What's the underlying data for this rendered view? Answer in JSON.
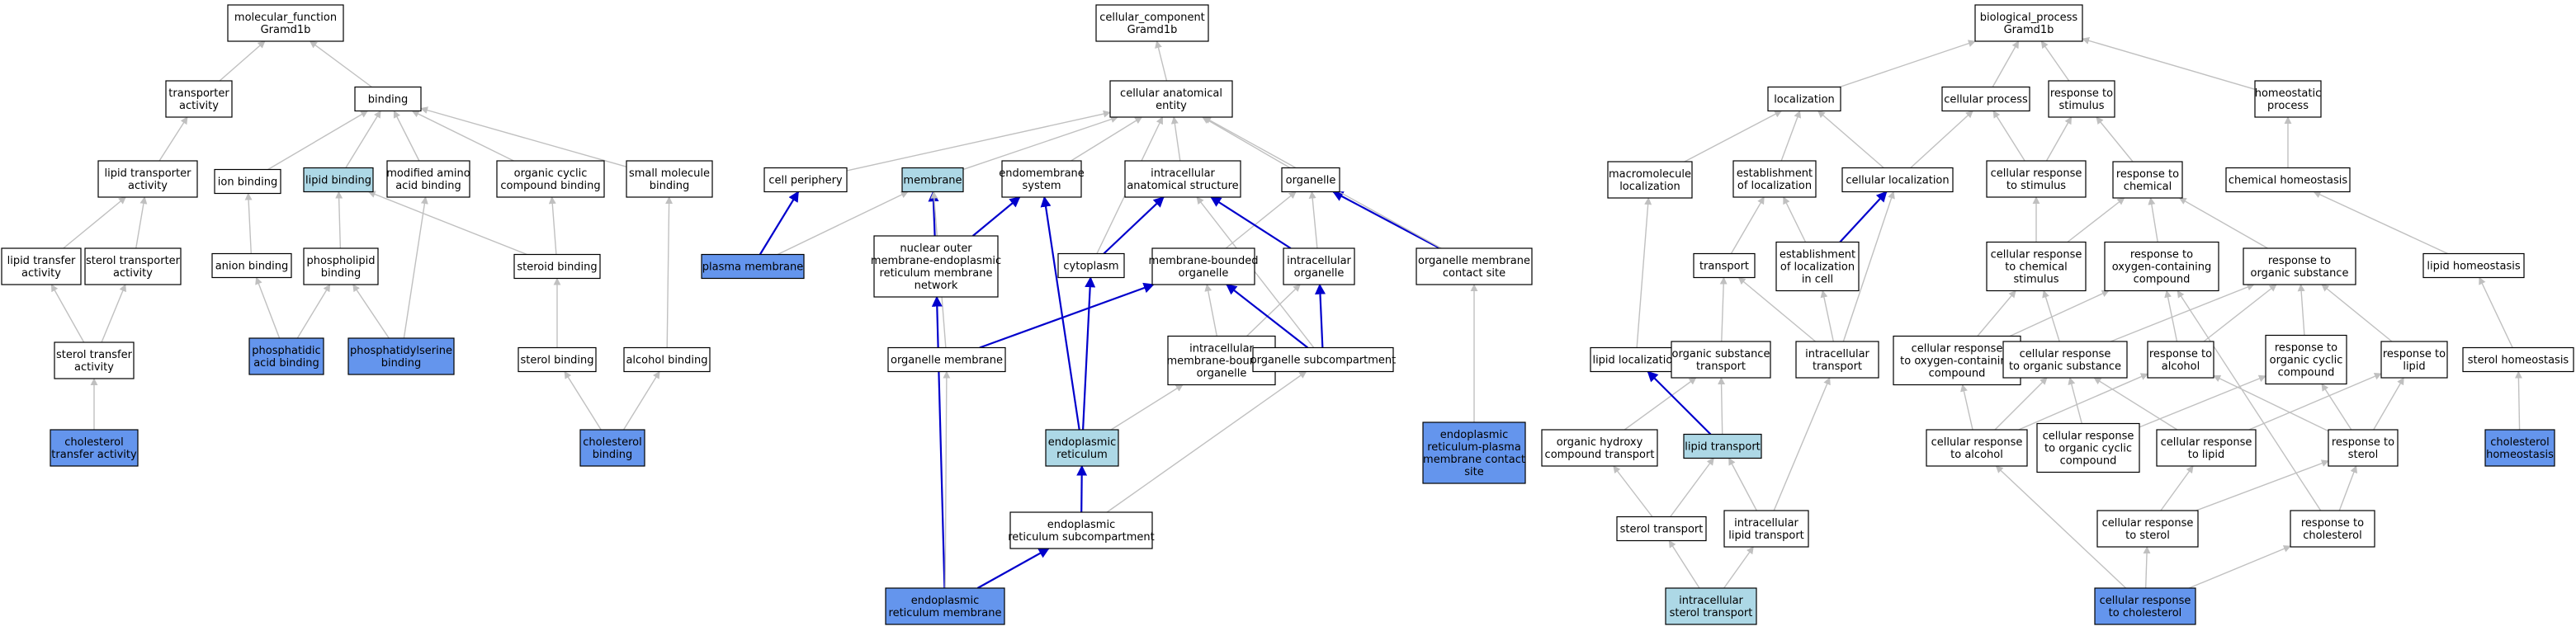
{
  "colors": {
    "default": "#ffffff",
    "term": "#add8e6",
    "annotated": "#6495ed",
    "edge": "#c0c0c0",
    "edge_highlight": "#0000cc"
  },
  "nodes": {
    "mf_root": {
      "lines": [
        "molecular_function",
        "Gramd1b"
      ],
      "style": "default"
    },
    "transporter": {
      "lines": [
        "transporter",
        "activity"
      ],
      "style": "default"
    },
    "binding": {
      "lines": [
        "binding"
      ],
      "style": "default"
    },
    "lipid_transporter": {
      "lines": [
        "lipid transporter",
        "activity"
      ],
      "style": "default"
    },
    "ion_binding": {
      "lines": [
        "ion binding"
      ],
      "style": "default"
    },
    "lipid_binding": {
      "lines": [
        "lipid binding"
      ],
      "style": "term"
    },
    "modified_amino": {
      "lines": [
        "modified amino",
        "acid binding"
      ],
      "style": "default"
    },
    "organic_cyclic_binding": {
      "lines": [
        "organic cyclic",
        "compound binding"
      ],
      "style": "default"
    },
    "small_molecule": {
      "lines": [
        "small molecule",
        "binding"
      ],
      "style": "default"
    },
    "lipid_transfer": {
      "lines": [
        "lipid transfer",
        "activity"
      ],
      "style": "default"
    },
    "sterol_transporter": {
      "lines": [
        "sterol transporter",
        "activity"
      ],
      "style": "default"
    },
    "anion_binding": {
      "lines": [
        "anion binding"
      ],
      "style": "default"
    },
    "phospholipid_binding": {
      "lines": [
        "phospholipid",
        "binding"
      ],
      "style": "default"
    },
    "steroid_binding": {
      "lines": [
        "steroid binding"
      ],
      "style": "default"
    },
    "sterol_transfer": {
      "lines": [
        "sterol transfer",
        "activity"
      ],
      "style": "default"
    },
    "phosphatidic": {
      "lines": [
        "phosphatidic",
        "acid binding"
      ],
      "style": "annotated"
    },
    "phosphatidylserine": {
      "lines": [
        "phosphatidylserine",
        "binding"
      ],
      "style": "annotated"
    },
    "sterol_binding": {
      "lines": [
        "sterol binding"
      ],
      "style": "default"
    },
    "alcohol_binding": {
      "lines": [
        "alcohol binding"
      ],
      "style": "default"
    },
    "chol_transfer": {
      "lines": [
        "cholesterol",
        "transfer activity"
      ],
      "style": "annotated"
    },
    "chol_binding": {
      "lines": [
        "cholesterol",
        "binding"
      ],
      "style": "annotated"
    },
    "cc_root": {
      "lines": [
        "cellular_component",
        "Gramd1b"
      ],
      "style": "default"
    },
    "cae": {
      "lines": [
        "cellular anatomical",
        "entity"
      ],
      "style": "default"
    },
    "cell_periphery": {
      "lines": [
        "cell periphery"
      ],
      "style": "default"
    },
    "membrane": {
      "lines": [
        "membrane"
      ],
      "style": "term"
    },
    "endomembrane": {
      "lines": [
        "endomembrane",
        "system"
      ],
      "style": "default"
    },
    "intracellular_struct": {
      "lines": [
        "intracellular",
        "anatomical structure"
      ],
      "style": "default"
    },
    "organelle": {
      "lines": [
        "organelle"
      ],
      "style": "default"
    },
    "plasma_membrane": {
      "lines": [
        "plasma membrane"
      ],
      "style": "annotated"
    },
    "nuclear_outer": {
      "lines": [
        "nuclear outer",
        "membrane-endoplasmic",
        "reticulum membrane",
        "network"
      ],
      "style": "default"
    },
    "cytoplasm": {
      "lines": [
        "cytoplasm"
      ],
      "style": "default"
    },
    "membrane_bounded": {
      "lines": [
        "membrane-bounded",
        "organelle"
      ],
      "style": "default"
    },
    "intracellular_org": {
      "lines": [
        "intracellular",
        "organelle"
      ],
      "style": "default"
    },
    "org_mem_contact": {
      "lines": [
        "organelle membrane",
        "contact site"
      ],
      "style": "default"
    },
    "organelle_membrane": {
      "lines": [
        "organelle membrane"
      ],
      "style": "default"
    },
    "imbo": {
      "lines": [
        "intracellular",
        "membrane-bounded",
        "organelle"
      ],
      "style": "default"
    },
    "org_subcompartment": {
      "lines": [
        "organelle subcompartment"
      ],
      "style": "default"
    },
    "er_pm_contact": {
      "lines": [
        "endoplasmic",
        "reticulum-plasma",
        "membrane contact",
        "site"
      ],
      "style": "annotated"
    },
    "er": {
      "lines": [
        "endoplasmic",
        "reticulum"
      ],
      "style": "term"
    },
    "er_subcompartment": {
      "lines": [
        "endoplasmic",
        "reticulum subcompartment"
      ],
      "style": "default"
    },
    "er_membrane": {
      "lines": [
        "endoplasmic",
        "reticulum membrane"
      ],
      "style": "annotated"
    },
    "bp_root": {
      "lines": [
        "biological_process",
        "Gramd1b"
      ],
      "style": "default"
    },
    "localization": {
      "lines": [
        "localization"
      ],
      "style": "default"
    },
    "cellular_process": {
      "lines": [
        "cellular process"
      ],
      "style": "default"
    },
    "response_stimulus": {
      "lines": [
        "response to",
        "stimulus"
      ],
      "style": "default"
    },
    "homeostatic": {
      "lines": [
        "homeostatic",
        "process"
      ],
      "style": "default"
    },
    "macromolecule_loc": {
      "lines": [
        "macromolecule",
        "localization"
      ],
      "style": "default"
    },
    "establishment_loc": {
      "lines": [
        "establishment",
        "of localization"
      ],
      "style": "default"
    },
    "cellular_loc": {
      "lines": [
        "cellular localization"
      ],
      "style": "default"
    },
    "cell_resp_stimulus": {
      "lines": [
        "cellular response",
        "to stimulus"
      ],
      "style": "default"
    },
    "resp_chemical": {
      "lines": [
        "response to",
        "chemical"
      ],
      "style": "default"
    },
    "chem_homeostasis": {
      "lines": [
        "chemical homeostasis"
      ],
      "style": "default"
    },
    "transport": {
      "lines": [
        "transport"
      ],
      "style": "default"
    },
    "est_loc_cell": {
      "lines": [
        "establishment",
        "of localization",
        "in cell"
      ],
      "style": "default"
    },
    "cell_resp_chem": {
      "lines": [
        "cellular response",
        "to chemical",
        "stimulus"
      ],
      "style": "default"
    },
    "resp_oxygen": {
      "lines": [
        "response to",
        "oxygen-containing",
        "compound"
      ],
      "style": "default"
    },
    "resp_organic": {
      "lines": [
        "response to",
        "organic substance"
      ],
      "style": "default"
    },
    "lipid_homeostasis": {
      "lines": [
        "lipid homeostasis"
      ],
      "style": "default"
    },
    "lipid_localization": {
      "lines": [
        "lipid localization"
      ],
      "style": "default"
    },
    "organic_sub_transport": {
      "lines": [
        "organic substance",
        "transport"
      ],
      "style": "default"
    },
    "intracellular_transport": {
      "lines": [
        "intracellular",
        "transport"
      ],
      "style": "default"
    },
    "cell_resp_oxygen": {
      "lines": [
        "cellular response",
        "to oxygen-containing",
        "compound"
      ],
      "style": "default"
    },
    "cell_resp_organic": {
      "lines": [
        "cellular response",
        "to organic substance"
      ],
      "style": "default"
    },
    "resp_alcohol": {
      "lines": [
        "response to",
        "alcohol"
      ],
      "style": "default"
    },
    "resp_org_cyclic": {
      "lines": [
        "response to",
        "organic cyclic",
        "compound"
      ],
      "style": "default"
    },
    "resp_lipid": {
      "lines": [
        "response to",
        "lipid"
      ],
      "style": "default"
    },
    "sterol_homeostasis": {
      "lines": [
        "sterol homeostasis"
      ],
      "style": "default"
    },
    "org_hydroxy": {
      "lines": [
        "organic hydroxy",
        "compound transport"
      ],
      "style": "default"
    },
    "lipid_transport": {
      "lines": [
        "lipid transport"
      ],
      "style": "term"
    },
    "cell_resp_alcohol": {
      "lines": [
        "cellular response",
        "to alcohol"
      ],
      "style": "default"
    },
    "cell_resp_org_cyclic": {
      "lines": [
        "cellular response",
        "to organic cyclic",
        "compound"
      ],
      "style": "default"
    },
    "cell_resp_lipid": {
      "lines": [
        "cellular response",
        "to lipid"
      ],
      "style": "default"
    },
    "resp_sterol": {
      "lines": [
        "response to",
        "sterol"
      ],
      "style": "default"
    },
    "chol_homeostasis": {
      "lines": [
        "cholesterol",
        "homeostasis"
      ],
      "style": "annotated"
    },
    "sterol_transport": {
      "lines": [
        "sterol transport"
      ],
      "style": "default"
    },
    "intracellular_lipid_transport": {
      "lines": [
        "intracellular",
        "lipid transport"
      ],
      "style": "default"
    },
    "cell_resp_sterol": {
      "lines": [
        "cellular response",
        "to sterol"
      ],
      "style": "default"
    },
    "resp_cholesterol": {
      "lines": [
        "response to",
        "cholesterol"
      ],
      "style": "default"
    },
    "intracellular_sterol_transport": {
      "lines": [
        "intracellular",
        "sterol transport"
      ],
      "style": "term"
    },
    "cell_resp_chol": {
      "lines": [
        "cellular response",
        "to cholesterol"
      ],
      "style": "annotated"
    }
  },
  "edges": [
    [
      "transporter",
      "mf_root",
      "gray"
    ],
    [
      "binding",
      "mf_root",
      "gray"
    ],
    [
      "lipid_transporter",
      "transporter",
      "gray"
    ],
    [
      "ion_binding",
      "binding",
      "gray"
    ],
    [
      "lipid_binding",
      "binding",
      "gray"
    ],
    [
      "modified_amino",
      "binding",
      "gray"
    ],
    [
      "organic_cyclic_binding",
      "binding",
      "gray"
    ],
    [
      "small_molecule",
      "binding",
      "gray"
    ],
    [
      "lipid_transfer",
      "lipid_transporter",
      "gray"
    ],
    [
      "sterol_transporter",
      "lipid_transporter",
      "gray"
    ],
    [
      "anion_binding",
      "ion_binding",
      "gray"
    ],
    [
      "phospholipid_binding",
      "lipid_binding",
      "gray"
    ],
    [
      "steroid_binding",
      "lipid_binding",
      "gray"
    ],
    [
      "steroid_binding",
      "organic_cyclic_binding",
      "gray"
    ],
    [
      "sterol_transfer",
      "lipid_transfer",
      "gray"
    ],
    [
      "sterol_transfer",
      "sterol_transporter",
      "gray"
    ],
    [
      "phosphatidic",
      "anion_binding",
      "gray"
    ],
    [
      "phosphatidic",
      "phospholipid_binding",
      "gray"
    ],
    [
      "phosphatidylserine",
      "phospholipid_binding",
      "gray"
    ],
    [
      "phosphatidylserine",
      "modified_amino",
      "gray"
    ],
    [
      "sterol_binding",
      "steroid_binding",
      "gray"
    ],
    [
      "alcohol_binding",
      "small_molecule",
      "gray"
    ],
    [
      "chol_transfer",
      "sterol_transfer",
      "gray"
    ],
    [
      "chol_binding",
      "sterol_binding",
      "gray"
    ],
    [
      "chol_binding",
      "alcohol_binding",
      "gray"
    ],
    [
      "cae",
      "cc_root",
      "gray"
    ],
    [
      "cell_periphery",
      "cae",
      "gray"
    ],
    [
      "membrane",
      "cae",
      "gray"
    ],
    [
      "endomembrane",
      "cae",
      "gray"
    ],
    [
      "intracellular_struct",
      "cae",
      "gray"
    ],
    [
      "organelle",
      "cae",
      "gray"
    ],
    [
      "plasma_membrane",
      "cell_periphery",
      "blue"
    ],
    [
      "plasma_membrane",
      "membrane",
      "gray"
    ],
    [
      "nuclear_outer",
      "endomembrane",
      "blue"
    ],
    [
      "nuclear_outer",
      "membrane",
      "blue"
    ],
    [
      "cytoplasm",
      "intracellular_struct",
      "blue"
    ],
    [
      "cytoplasm",
      "cae",
      "gray"
    ],
    [
      "membrane_bounded",
      "organelle",
      "gray"
    ],
    [
      "intracellular_org",
      "organelle",
      "gray"
    ],
    [
      "intracellular_org",
      "intracellular_struct",
      "blue"
    ],
    [
      "org_mem_contact",
      "organelle",
      "blue"
    ],
    [
      "org_mem_contact",
      "cae",
      "gray"
    ],
    [
      "organelle_membrane",
      "membrane",
      "gray"
    ],
    [
      "organelle_membrane",
      "membrane_bounded",
      "blue"
    ],
    [
      "imbo",
      "membrane_bounded",
      "gray"
    ],
    [
      "imbo",
      "intracellular_org",
      "gray"
    ],
    [
      "org_subcompartment",
      "intracellular_org",
      "blue"
    ],
    [
      "org_subcompartment",
      "membrane_bounded",
      "blue"
    ],
    [
      "org_subcompartment",
      "intracellular_struct",
      "gray"
    ],
    [
      "er_pm_contact",
      "org_mem_contact",
      "gray"
    ],
    [
      "er",
      "cytoplasm",
      "blue"
    ],
    [
      "er",
      "imbo",
      "gray"
    ],
    [
      "er",
      "endomembrane",
      "blue"
    ],
    [
      "er_subcompartment",
      "er",
      "blue"
    ],
    [
      "er_subcompartment",
      "org_subcompartment",
      "gray"
    ],
    [
      "er_membrane",
      "er_subcompartment",
      "blue"
    ],
    [
      "er_membrane",
      "nuclear_outer",
      "blue"
    ],
    [
      "er_membrane",
      "organelle_membrane",
      "gray"
    ],
    [
      "localization",
      "bp_root",
      "gray"
    ],
    [
      "cellular_process",
      "bp_root",
      "gray"
    ],
    [
      "response_stimulus",
      "bp_root",
      "gray"
    ],
    [
      "homeostatic",
      "bp_root",
      "gray"
    ],
    [
      "macromolecule_loc",
      "localization",
      "gray"
    ],
    [
      "establishment_loc",
      "localization",
      "gray"
    ],
    [
      "cellular_loc",
      "localization",
      "gray"
    ],
    [
      "cellular_loc",
      "cellular_process",
      "gray"
    ],
    [
      "cell_resp_stimulus",
      "cellular_process",
      "gray"
    ],
    [
      "cell_resp_stimulus",
      "response_stimulus",
      "gray"
    ],
    [
      "resp_chemical",
      "response_stimulus",
      "gray"
    ],
    [
      "chem_homeostasis",
      "homeostatic",
      "gray"
    ],
    [
      "transport",
      "establishment_loc",
      "gray"
    ],
    [
      "est_loc_cell",
      "establishment_loc",
      "gray"
    ],
    [
      "est_loc_cell",
      "cellular_loc",
      "blue"
    ],
    [
      "cell_resp_chem",
      "cell_resp_stimulus",
      "gray"
    ],
    [
      "cell_resp_chem",
      "resp_chemical",
      "gray"
    ],
    [
      "resp_oxygen",
      "resp_chemical",
      "gray"
    ],
    [
      "resp_organic",
      "resp_chemical",
      "gray"
    ],
    [
      "lipid_homeostasis",
      "chem_homeostasis",
      "gray"
    ],
    [
      "lipid_localization",
      "macromolecule_loc",
      "gray"
    ],
    [
      "organic_sub_transport",
      "transport",
      "gray"
    ],
    [
      "intracellular_transport",
      "transport",
      "gray"
    ],
    [
      "intracellular_transport",
      "est_loc_cell",
      "gray"
    ],
    [
      "intracellular_transport",
      "cellular_loc",
      "gray"
    ],
    [
      "cell_resp_oxygen",
      "cell_resp_chem",
      "gray"
    ],
    [
      "cell_resp_oxygen",
      "resp_oxygen",
      "gray"
    ],
    [
      "cell_resp_organic",
      "cell_resp_chem",
      "gray"
    ],
    [
      "cell_resp_organic",
      "resp_organic",
      "gray"
    ],
    [
      "resp_alcohol",
      "resp_oxygen",
      "gray"
    ],
    [
      "resp_alcohol",
      "resp_organic",
      "gray"
    ],
    [
      "resp_org_cyclic",
      "resp_organic",
      "gray"
    ],
    [
      "resp_lipid",
      "resp_organic",
      "gray"
    ],
    [
      "sterol_homeostasis",
      "lipid_homeostasis",
      "gray"
    ],
    [
      "org_hydroxy",
      "organic_sub_transport",
      "gray"
    ],
    [
      "lipid_transport",
      "lipid_localization",
      "blue"
    ],
    [
      "lipid_transport",
      "organic_sub_transport",
      "gray"
    ],
    [
      "cell_resp_alcohol",
      "cell_resp_oxygen",
      "gray"
    ],
    [
      "cell_resp_alcohol",
      "cell_resp_organic",
      "gray"
    ],
    [
      "cell_resp_alcohol",
      "resp_alcohol",
      "gray"
    ],
    [
      "cell_resp_org_cyclic",
      "cell_resp_organic",
      "gray"
    ],
    [
      "cell_resp_org_cyclic",
      "resp_org_cyclic",
      "gray"
    ],
    [
      "cell_resp_lipid",
      "cell_resp_organic",
      "gray"
    ],
    [
      "cell_resp_lipid",
      "resp_lipid",
      "gray"
    ],
    [
      "resp_sterol",
      "resp_alcohol",
      "gray"
    ],
    [
      "resp_sterol",
      "resp_lipid",
      "gray"
    ],
    [
      "resp_sterol",
      "resp_org_cyclic",
      "gray"
    ],
    [
      "chol_homeostasis",
      "sterol_homeostasis",
      "gray"
    ],
    [
      "sterol_transport",
      "org_hydroxy",
      "gray"
    ],
    [
      "sterol_transport",
      "lipid_transport",
      "gray"
    ],
    [
      "intracellular_lipid_transport",
      "lipid_transport",
      "gray"
    ],
    [
      "intracellular_lipid_transport",
      "intracellular_transport",
      "gray"
    ],
    [
      "cell_resp_sterol",
      "cell_resp_lipid",
      "gray"
    ],
    [
      "cell_resp_sterol",
      "resp_sterol",
      "gray"
    ],
    [
      "resp_cholesterol",
      "resp_sterol",
      "gray"
    ],
    [
      "resp_cholesterol",
      "resp_oxygen",
      "gray"
    ],
    [
      "intracellular_sterol_transport",
      "sterol_transport",
      "gray"
    ],
    [
      "intracellular_sterol_transport",
      "intracellular_lipid_transport",
      "gray"
    ],
    [
      "cell_resp_chol",
      "cell_resp_sterol",
      "gray"
    ],
    [
      "cell_resp_chol",
      "resp_cholesterol",
      "gray"
    ],
    [
      "cell_resp_chol",
      "cell_resp_alcohol",
      "gray"
    ]
  ]
}
